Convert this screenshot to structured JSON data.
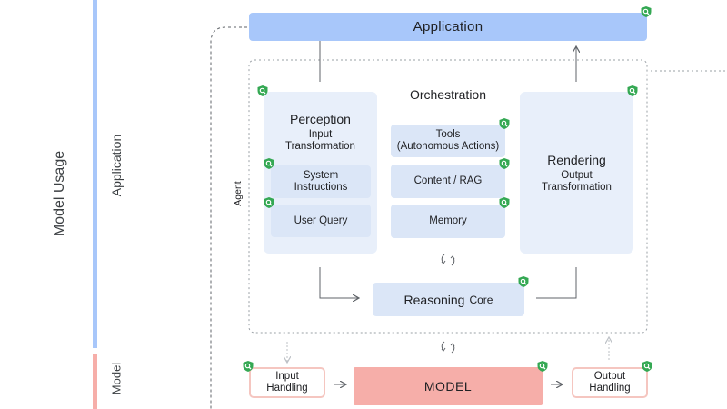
{
  "left_labels": {
    "model_usage": "Model Usage",
    "application": "Application",
    "model": "Model"
  },
  "top_bar": {
    "label": "Application"
  },
  "agent_label": "Agent",
  "orchestration": {
    "title": "Orchestration",
    "tools": {
      "line1": "Tools",
      "line2": "(Autonomous Actions)"
    },
    "content_rag": "Content / RAG",
    "memory": "Memory"
  },
  "perception": {
    "title": "Perception",
    "subtitle_line1": "Input",
    "subtitle_line2": "Transformation",
    "system_instructions_line1": "System",
    "system_instructions_line2": "Instructions",
    "user_query": "User Query"
  },
  "rendering": {
    "title": "Rendering",
    "subtitle_line1": "Output",
    "subtitle_line2": "Transformation"
  },
  "reasoning": {
    "title": "Reasoning",
    "suffix": "Core"
  },
  "model_row": {
    "input_handling_line1": "Input",
    "input_handling_line2": "Handling",
    "model": "MODEL",
    "output_handling_line1": "Output",
    "output_handling_line2": "Handling"
  },
  "colors": {
    "application_bar": "#a8c7fa",
    "model_bar": "#f6aea9",
    "shield_badge": "#34a853",
    "light_box": "#dbe6f7",
    "panel": "#e8effa"
  },
  "icons": [
    "shield-check-icon",
    "arrow-right-icon",
    "arrow-up-icon",
    "cycle-arrows-icon"
  ]
}
